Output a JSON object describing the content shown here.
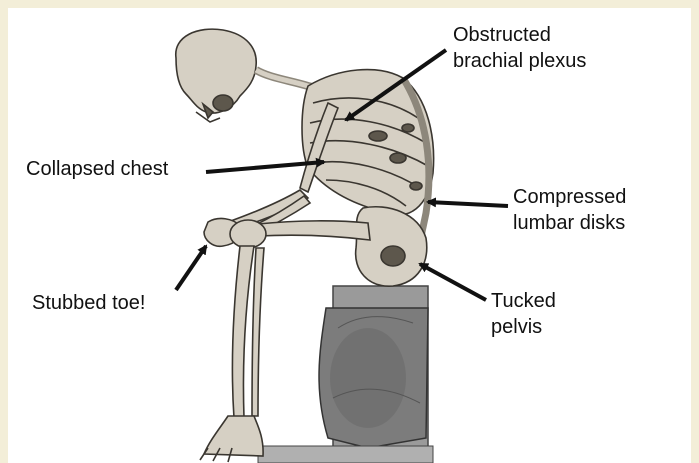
{
  "diagram": {
    "labels": {
      "brachial_plexus": [
        "Obstructed",
        "brachial plexus"
      ],
      "chest": "Collapsed chest",
      "lumbar": [
        "Compressed",
        "lumbar disks"
      ],
      "toe": "Stubbed toe!",
      "pelvis": [
        "Tucked",
        "pelvis"
      ]
    }
  },
  "colors": {
    "page": "#f3eed8",
    "panel": "#ffffff",
    "bone": "#d6d0c4",
    "bone_shadow": "#8d877b",
    "rock": "#8e8e8e",
    "text": "#111111"
  }
}
